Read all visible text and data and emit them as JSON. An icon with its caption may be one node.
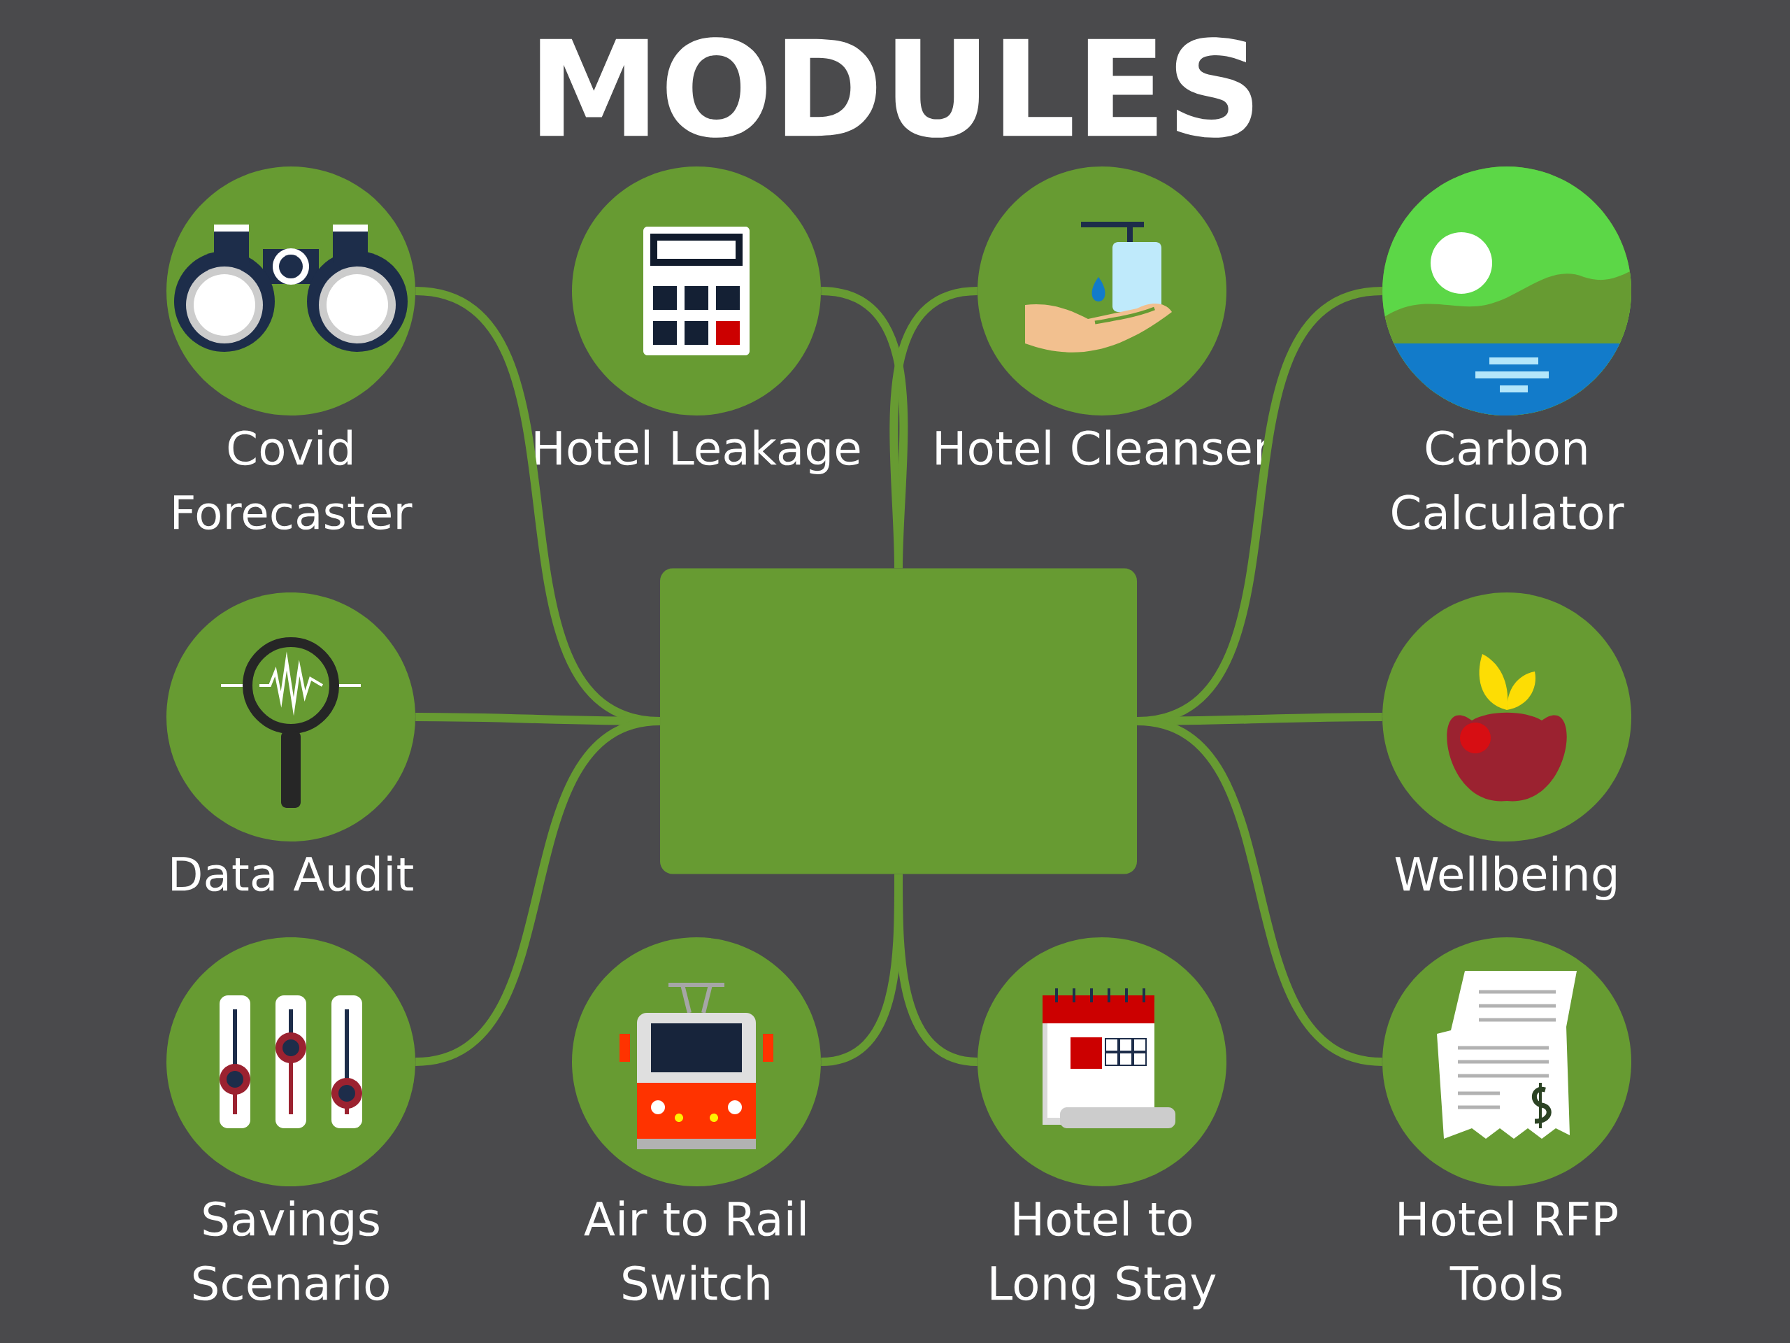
{
  "diagram": {
    "title": "MODULES",
    "nodes": [
      {
        "text": [
          "Covid Forecaster"
        ]
      },
      {
        "text": [
          "Hotel Leakage"
        ]
      },
      {
        "text": [
          "Hotel Cleanser"
        ]
      },
      {
        "text": [
          "Carbon Calculator"
        ]
      },
      {
        "text": [
          "Data Audit"
        ]
      },
      {
        "text": [],
        "shape": "box"
      },
      {
        "text": [
          "Wellbeing"
        ]
      },
      {
        "text": [
          "Savings Scenario"
        ]
      },
      {
        "text": [
          "Air to Rail Switch"
        ]
      },
      {
        "text": [
          "Hotel to Long Stay"
        ]
      },
      {
        "text": [
          "Hotel RFP Tools"
        ]
      }
    ],
    "edges": [
      {
        "from": 5,
        "to": 0,
        "arrow": "none"
      },
      {
        "from": 5,
        "to": 1,
        "arrow": "none"
      },
      {
        "from": 5,
        "to": 2,
        "arrow": "none"
      },
      {
        "from": 5,
        "to": 3,
        "arrow": "none"
      },
      {
        "from": 5,
        "to": 4,
        "arrow": "none"
      },
      {
        "from": 5,
        "to": 6,
        "arrow": "none"
      },
      {
        "from": 5,
        "to": 7,
        "arrow": "none"
      },
      {
        "from": 5,
        "to": 8,
        "arrow": "none"
      },
      {
        "from": 5,
        "to": 9,
        "arrow": "none"
      },
      {
        "from": 5,
        "to": 10,
        "arrow": "none"
      }
    ]
  }
}
